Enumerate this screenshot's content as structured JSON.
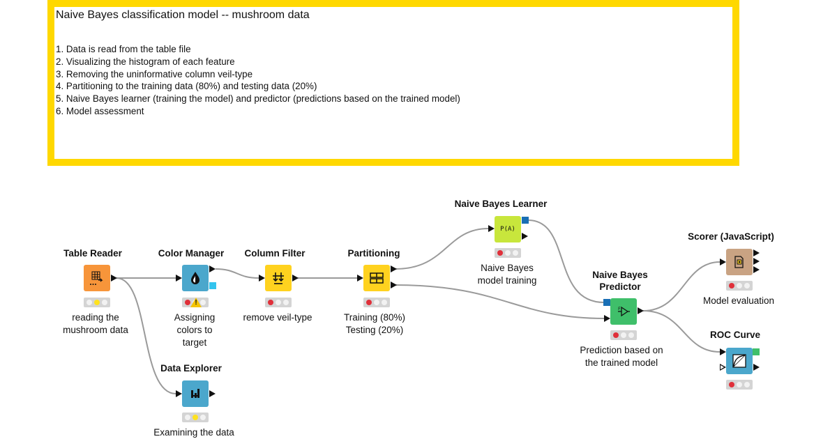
{
  "annotation": {
    "title": "Naive Bayes classification model -- mushroom data",
    "steps": [
      "1. Data is read from the table file",
      "2. Visualizing the histogram of each feature",
      "3. Removing the uninformative column veil-type",
      "4. Partitioning to the training data (80%) and testing data (20%)",
      "5. Naive Bayes learner (training the model) and predictor (predictions based on the trained model)",
      "6. Model assessment"
    ],
    "border_color": "#ffd800"
  },
  "nodes": {
    "table_reader": {
      "title": "Table Reader",
      "desc": [
        "reading the",
        "mushroom data"
      ],
      "color": "#f7953a",
      "icon": "table-reader-icon",
      "status": [
        "gray",
        "yellow",
        "gray"
      ]
    },
    "color_manager": {
      "title": "Color Manager",
      "desc": [
        "Assigning",
        "colors to",
        "target"
      ],
      "color": "#4ba7cc",
      "icon": "color-drop-icon",
      "status": [
        "red",
        "gray",
        "gray"
      ],
      "warning": "!"
    },
    "column_filter": {
      "title": "Column Filter",
      "desc": [
        "remove veil-type"
      ],
      "color": "#ffd21f",
      "icon": "column-filter-icon",
      "status": [
        "red",
        "gray",
        "gray"
      ]
    },
    "partitioning": {
      "title": "Partitioning",
      "desc": [
        "Training (80%)",
        "Testing (20%)"
      ],
      "color": "#ffd21f",
      "icon": "partition-icon",
      "status": [
        "red",
        "gray",
        "gray"
      ]
    },
    "data_explorer": {
      "title": "Data Explorer",
      "desc": [
        "Examining the data"
      ],
      "color": "#4ba7cc",
      "icon": "data-explorer-icon",
      "status": [
        "gray",
        "yellow",
        "gray"
      ]
    },
    "nb_learner": {
      "title": "Naive Bayes Learner",
      "desc": [
        "Naive Bayes",
        "model training"
      ],
      "color": "#c8e63c",
      "icon": "learner-icon",
      "icon_text": "P(A)",
      "status": [
        "red",
        "gray",
        "gray"
      ]
    },
    "nb_predictor": {
      "title": [
        "Naive Bayes",
        "Predictor"
      ],
      "desc": [
        "Prediction based on",
        "the trained model"
      ],
      "color": "#3fbf6a",
      "icon": "predictor-icon",
      "status": [
        "red",
        "gray",
        "gray"
      ]
    },
    "scorer": {
      "title": "Scorer (JavaScript)",
      "desc": [
        "Model evaluation"
      ],
      "color": "#c9a383",
      "icon": "scorer-icon",
      "status": [
        "red",
        "gray",
        "gray"
      ]
    },
    "roc_curve": {
      "title": "ROC Curve",
      "desc": [],
      "color": "#4ba7cc",
      "icon": "roc-curve-icon",
      "status": [
        "red",
        "gray",
        "gray"
      ]
    }
  },
  "colors": {
    "red": "#e0303a",
    "yellow": "#ffe21f",
    "gray": "#f2f2f2",
    "model_port": "#1a6fb5",
    "view_port_blue": "#33c4ee",
    "view_port_green": "#3fbf6a",
    "connection": "#9a9a9a"
  }
}
